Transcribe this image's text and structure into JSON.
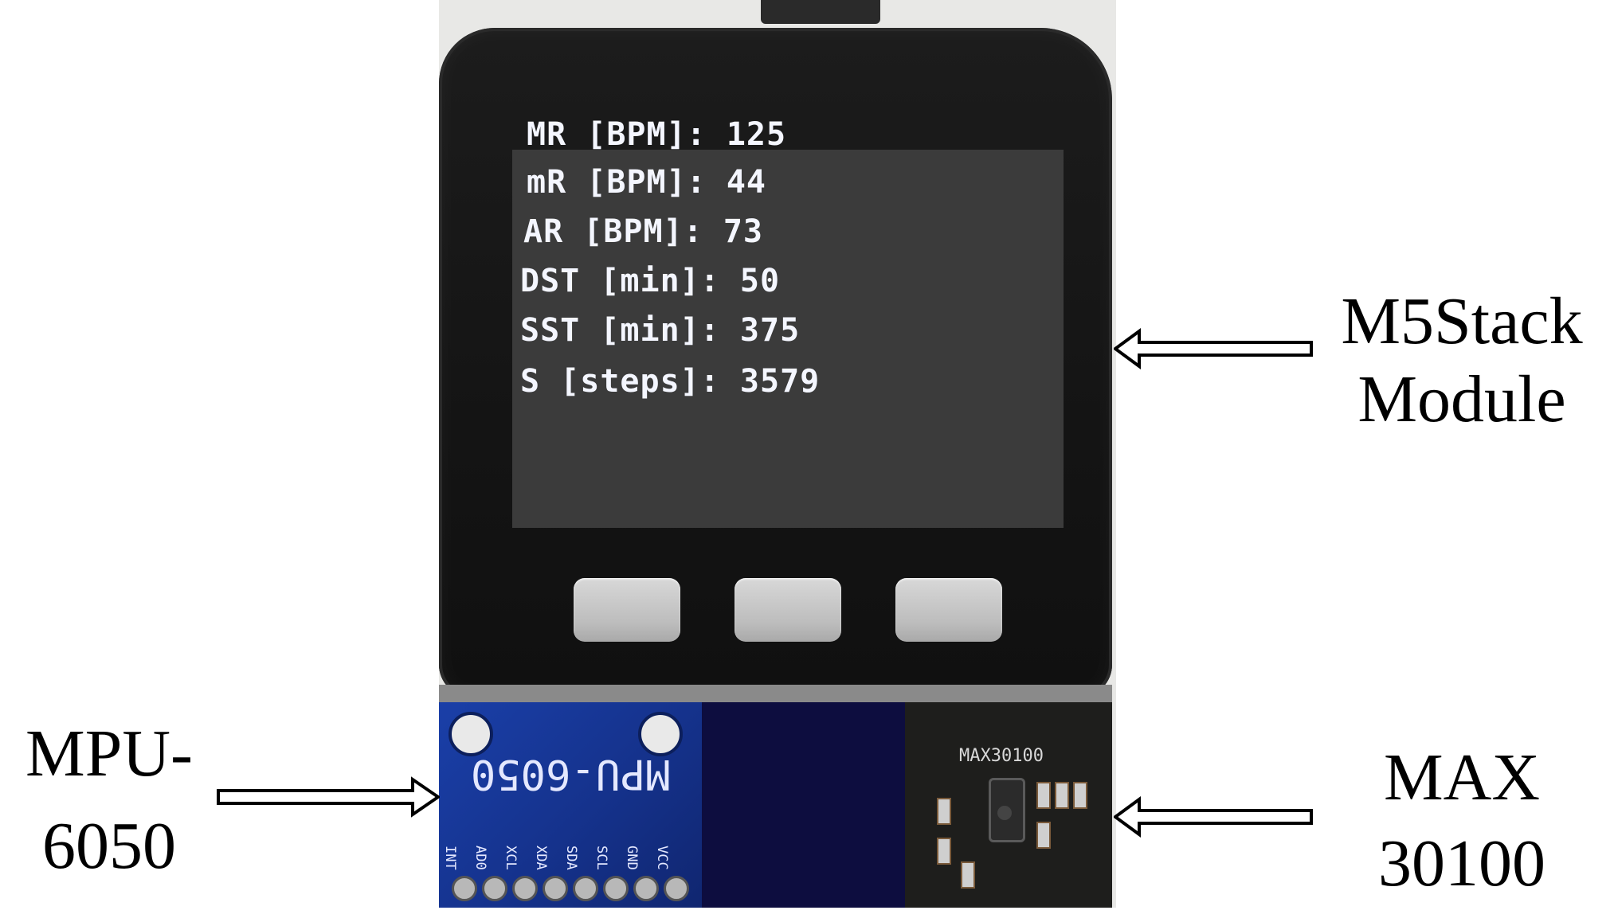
{
  "screen": {
    "lines": [
      {
        "label": "MR [BPM]:",
        "value": "125"
      },
      {
        "label": "mR [BPM]:",
        "value": "44"
      },
      {
        "label": "AR [BPM]:",
        "value": "73"
      },
      {
        "label": "DST [min]:",
        "value": "50"
      },
      {
        "label": "SST [min]:",
        "value": "375"
      },
      {
        "label": "S [steps]:",
        "value": "3579"
      }
    ]
  },
  "mpu_board": {
    "silkscreen": "MPU-6050",
    "pins": [
      "INT",
      "AD0",
      "XCL",
      "XDA",
      "SDA",
      "SCL",
      "GND",
      "VCC"
    ]
  },
  "max_board": {
    "silkscreen": "MAX30100"
  },
  "callouts": {
    "m5stack": {
      "line1": "M5Stack",
      "line2": "Module"
    },
    "mpu": {
      "line1": "MPU-",
      "line2": "6050"
    },
    "max": {
      "line1": "MAX",
      "line2": "30100"
    }
  }
}
